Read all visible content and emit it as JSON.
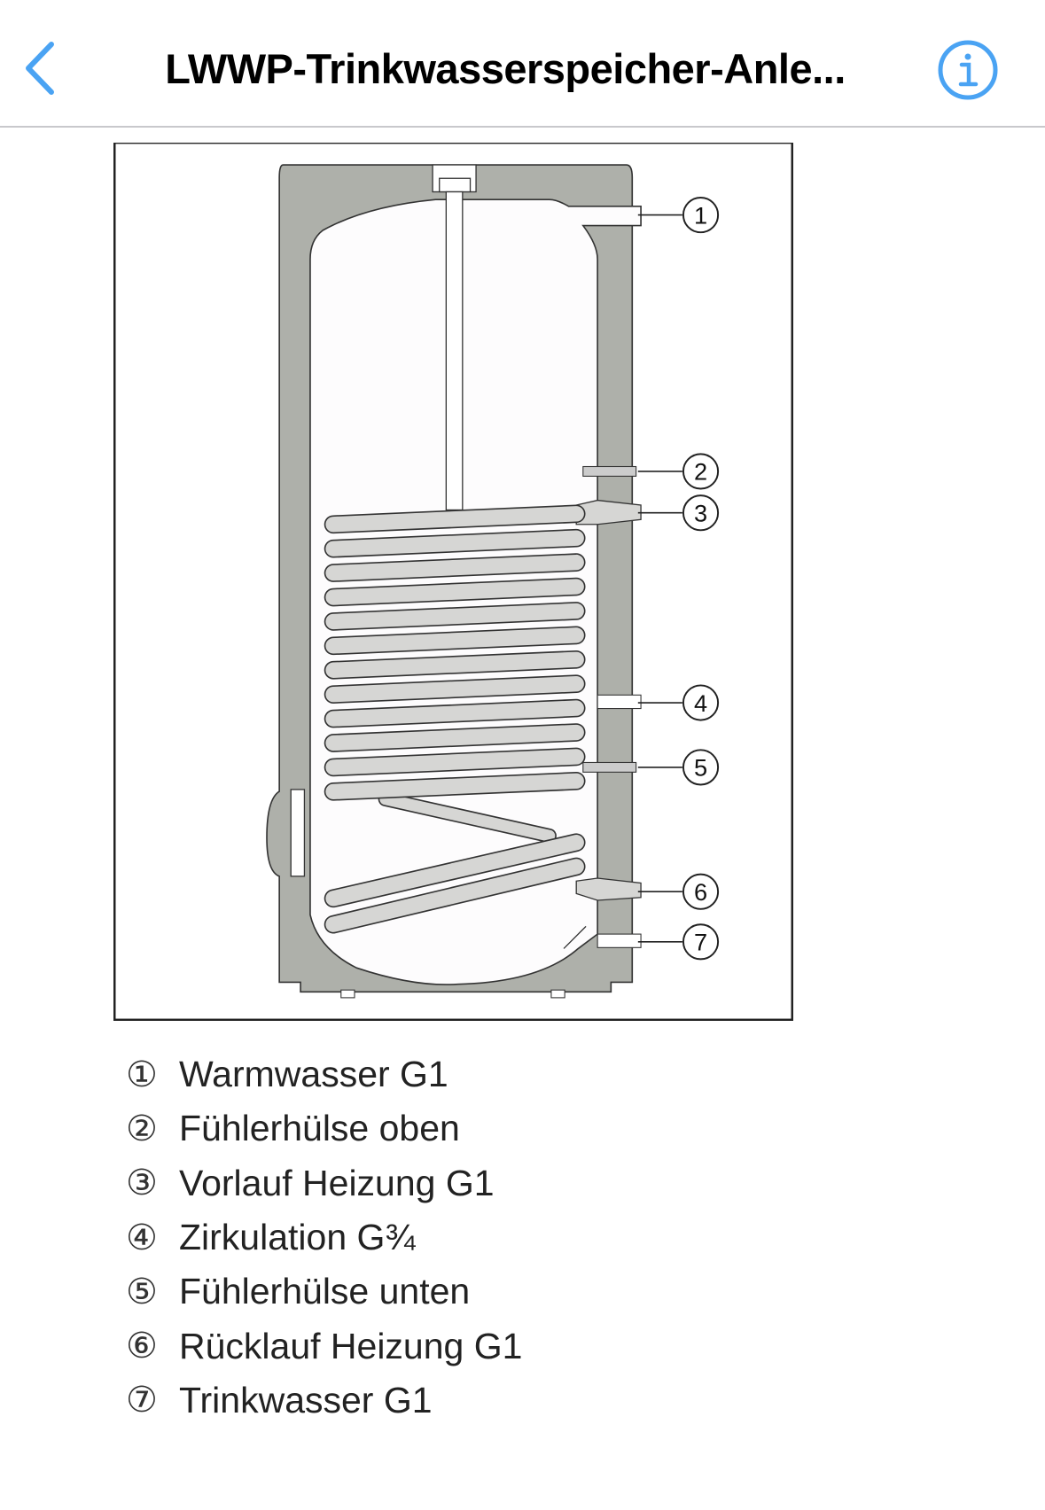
{
  "header": {
    "title": "LWWP-Trinkwasserspeicher-Anle...",
    "back_icon": "chevron-left-icon",
    "info_icon": "info-circle-icon",
    "accent_color": "#4aa3f3"
  },
  "figure": {
    "callouts": [
      "1",
      "2",
      "3",
      "4",
      "5",
      "6",
      "7"
    ]
  },
  "legend": [
    {
      "num": "①",
      "label": "Warmwasser G1"
    },
    {
      "num": "②",
      "label": "Fühlerhülse oben"
    },
    {
      "num": "③",
      "label": "Vorlauf Heizung G1"
    },
    {
      "num": "④",
      "label": "Zirkulation G¾"
    },
    {
      "num": "⑤",
      "label": "Fühlerhülse unten"
    },
    {
      "num": "⑥",
      "label": "Rücklauf Heizung G1"
    },
    {
      "num": "⑦",
      "label": "Trinkwasser G1"
    }
  ]
}
